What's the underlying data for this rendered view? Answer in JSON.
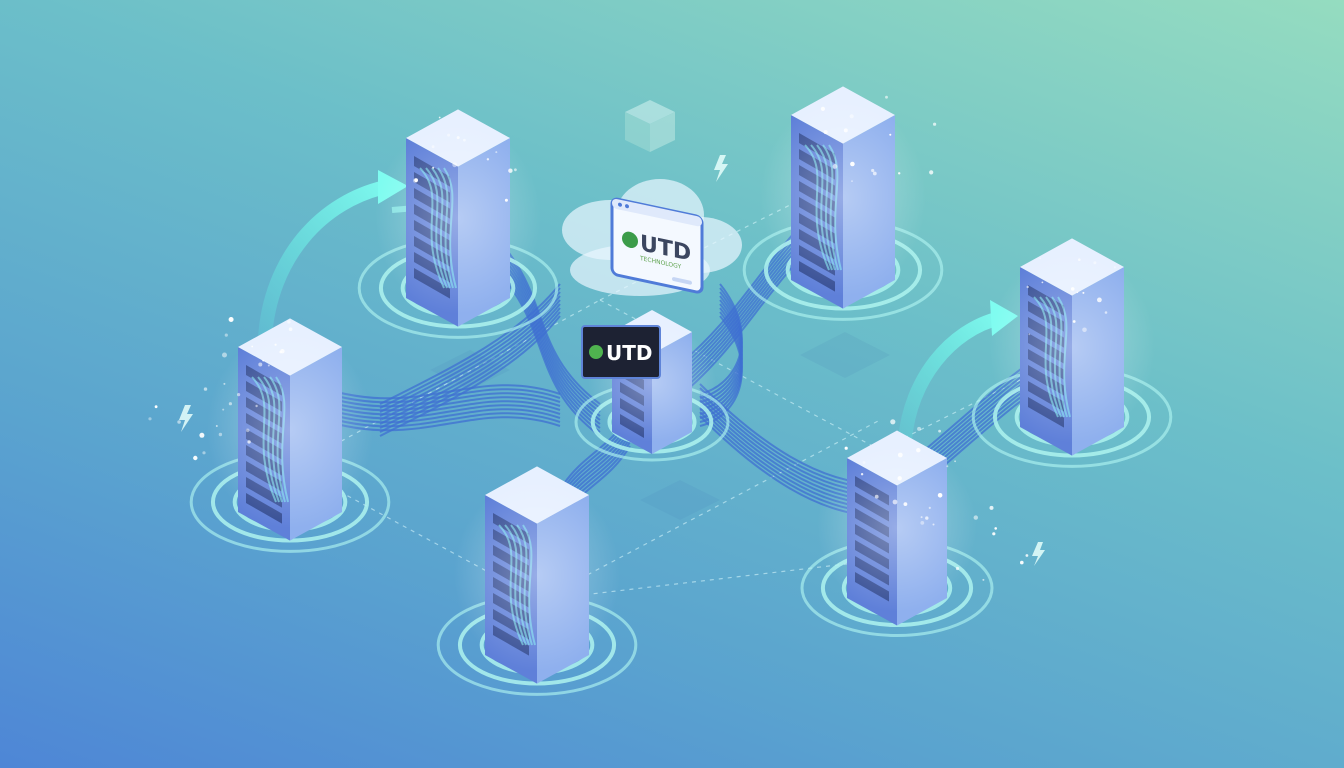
{
  "scene": {
    "colors": {
      "bg_top_right": "#95dcc0",
      "bg_bottom_left": "#4e86d6",
      "server_front": "#5f80d9",
      "server_side": "#8fb0ee",
      "server_top": "#e7f0ff",
      "rings": "#aef3ef",
      "cables": "#3f6fd2",
      "arrows": "#5ff0e4"
    },
    "icons": [
      "server-rack-icon",
      "cloud-icon",
      "lightning-icon",
      "cube-icon",
      "arrow-icon"
    ]
  },
  "logos": {
    "panel_main": "UTD",
    "panel_sub": "TECHNOLOGY",
    "badge_main": "UTD"
  }
}
